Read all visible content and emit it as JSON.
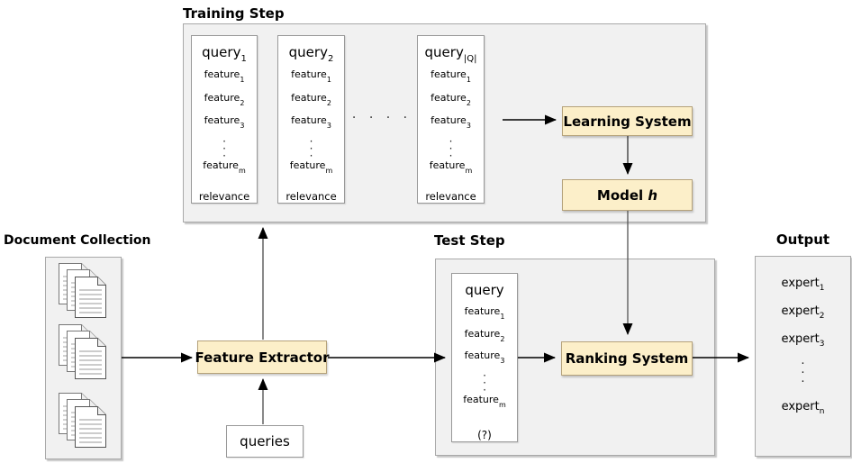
{
  "training": {
    "title": "Training Step",
    "between_dots": ".  .  .  .",
    "cards": [
      {
        "title_base": "query",
        "title_sub": "1",
        "f1_base": "feature",
        "f1_sub": "1",
        "f2_base": "feature",
        "f2_sub": "2",
        "f3_base": "feature",
        "f3_sub": "3",
        "vdots": "·\n·\n·",
        "fm_base": "feature",
        "fm_sub": "m",
        "footer": "relevance"
      },
      {
        "title_base": "query",
        "title_sub": "2",
        "f1_base": "feature",
        "f1_sub": "1",
        "f2_base": "feature",
        "f2_sub": "2",
        "f3_base": "feature",
        "f3_sub": "3",
        "vdots": "·\n·\n·",
        "fm_base": "feature",
        "fm_sub": "m",
        "footer": "relevance"
      },
      {
        "title_base": "query",
        "title_sub": "|Q|",
        "f1_base": "feature",
        "f1_sub": "1",
        "f2_base": "feature",
        "f2_sub": "2",
        "f3_base": "feature",
        "f3_sub": "3",
        "vdots": "·\n·\n·",
        "fm_base": "feature",
        "fm_sub": "m",
        "footer": "relevance"
      }
    ]
  },
  "test": {
    "title": "Test Step",
    "card": {
      "title": "query",
      "f1_base": "feature",
      "f1_sub": "1",
      "f2_base": "feature",
      "f2_sub": "2",
      "f3_base": "feature",
      "f3_sub": "3",
      "vdots": "·\n·\n·",
      "fm_base": "feature",
      "fm_sub": "m",
      "footer": "(?)"
    }
  },
  "output": {
    "title": "Output",
    "e1_base": "expert",
    "e1_sub": "1",
    "e2_base": "expert",
    "e2_sub": "2",
    "e3_base": "expert",
    "e3_sub": "3",
    "vdots": "·\n·\n·",
    "en_base": "expert",
    "en_sub": "n"
  },
  "document_collection": {
    "title": "Document Collection"
  },
  "boxes": {
    "learning_system": "Learning System",
    "model_base": "Model ",
    "model_italic": "h",
    "feature_extractor": "Feature Extractor",
    "ranking_system": "Ranking System",
    "queries": "queries"
  },
  "icons": {
    "document_stack": "document-stack-icon"
  },
  "colors": {
    "container_fill": "#f1f1f1",
    "container_border": "#a9a9a9",
    "card_fill": "#ffffff",
    "card_border": "#999999",
    "accent_fill": "#fcefc9",
    "accent_border": "#b5a27a",
    "arrow": "#000000",
    "connector_gray": "#555555"
  }
}
